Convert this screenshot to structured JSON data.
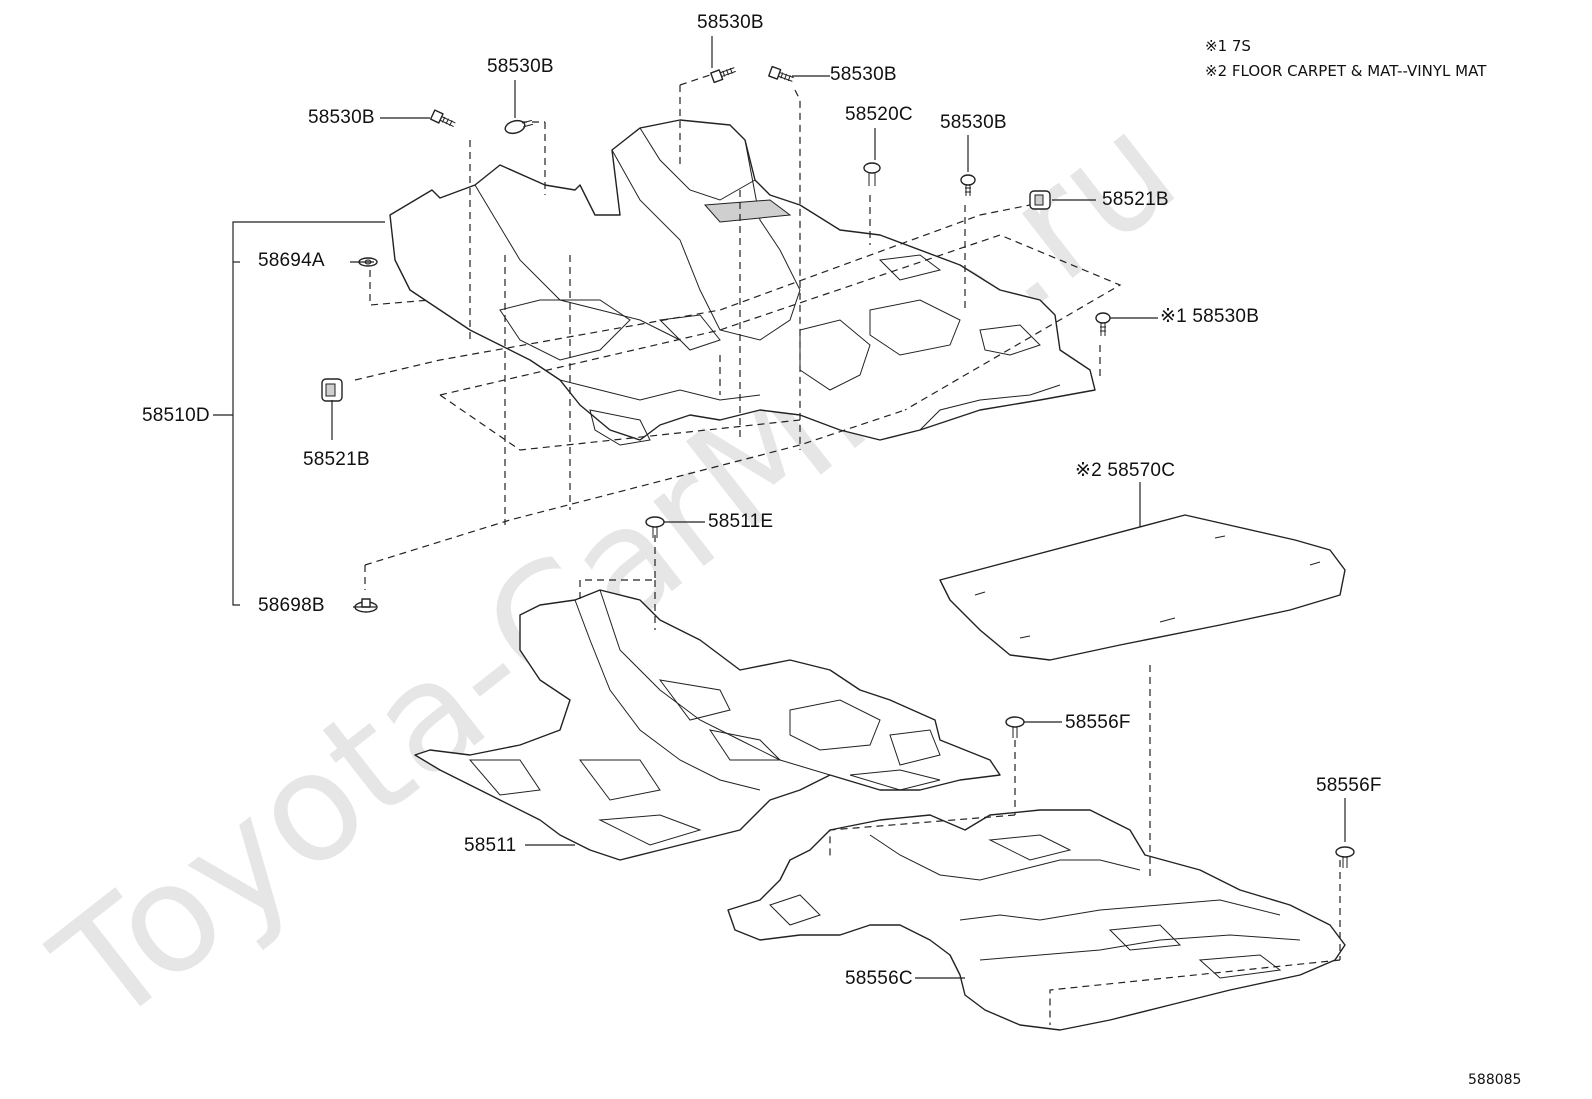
{
  "watermark": "Toyota-CarMine.ru",
  "notes": {
    "note1": "※1 7S",
    "note2": "※2 FLOOR CARPET & MAT--VINYL MAT"
  },
  "labels": {
    "p58530B_top": "58530B",
    "p58530B_a": "58530B",
    "p58530B_b": "58530B",
    "p58530B_c": "58530B",
    "p58530B_d": "58530B",
    "p58530B_note": "※1 58530B",
    "p58520C": "58520C",
    "p58521B_right": "58521B",
    "p58521B_left": "58521B",
    "p58694A": "58694A",
    "p58510D": "58510D",
    "p58698B": "58698B",
    "p58511E": "58511E",
    "p58570C": "※2 58570C",
    "p58556F_a": "58556F",
    "p58556F_b": "58556F",
    "p58511": "58511",
    "p58556C": "58556C"
  },
  "figure_number": "588085",
  "icons": [
    "bolt-icon",
    "clip-icon",
    "grommet-icon",
    "retainer-icon"
  ]
}
